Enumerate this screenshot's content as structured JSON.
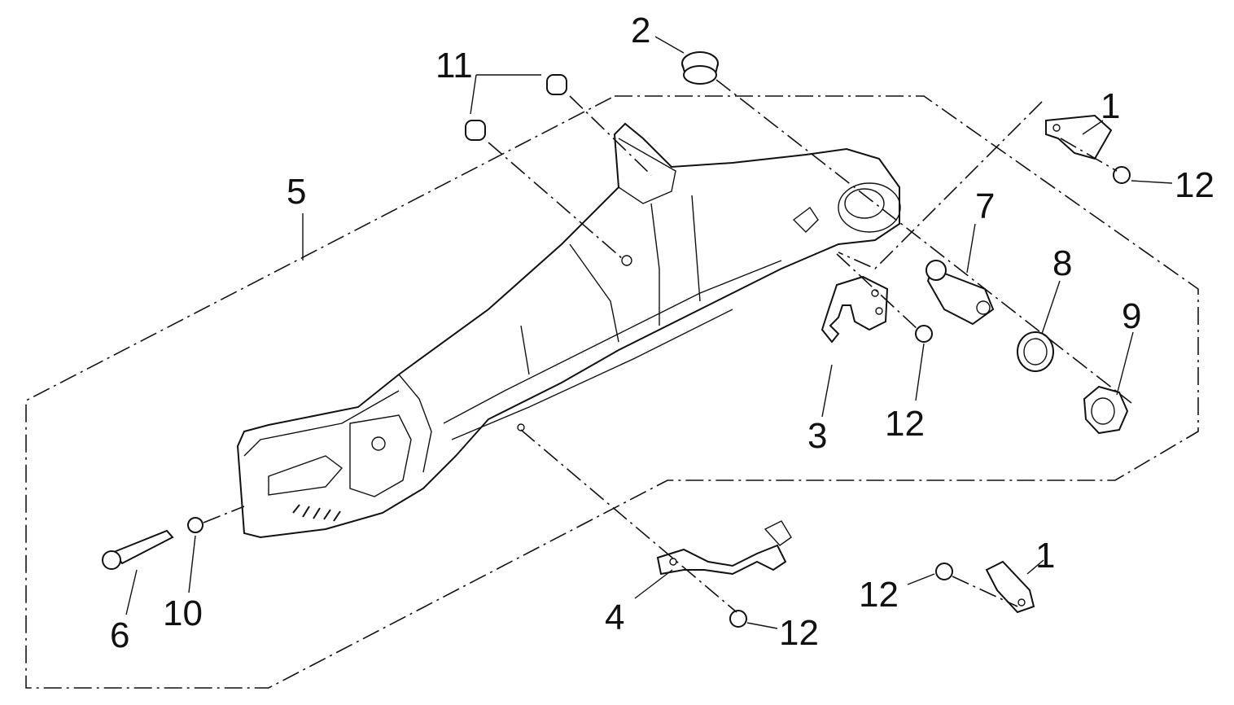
{
  "diagram": {
    "type": "exploded-parts-diagram",
    "callouts": [
      {
        "id": "c2",
        "label": "2"
      },
      {
        "id": "c11",
        "label": "11"
      },
      {
        "id": "c1a",
        "label": "1"
      },
      {
        "id": "c12a",
        "label": "12"
      },
      {
        "id": "c5",
        "label": "5"
      },
      {
        "id": "c7",
        "label": "7"
      },
      {
        "id": "c8",
        "label": "8"
      },
      {
        "id": "c9",
        "label": "9"
      },
      {
        "id": "c3",
        "label": "3"
      },
      {
        "id": "c12b",
        "label": "12"
      },
      {
        "id": "c6",
        "label": "6"
      },
      {
        "id": "c10",
        "label": "10"
      },
      {
        "id": "c4",
        "label": "4"
      },
      {
        "id": "c12c",
        "label": "12"
      },
      {
        "id": "c1b",
        "label": "1"
      },
      {
        "id": "c12d",
        "label": "12"
      }
    ]
  }
}
